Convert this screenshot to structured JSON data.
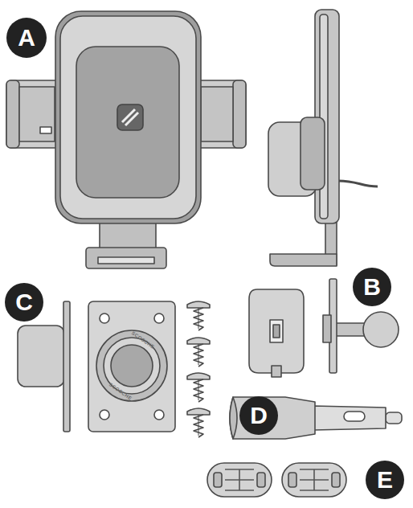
{
  "diagram": {
    "labels": [
      "A",
      "B",
      "C",
      "D",
      "E",
      "SCOSCHE",
      "SCOSCHE"
    ]
  }
}
